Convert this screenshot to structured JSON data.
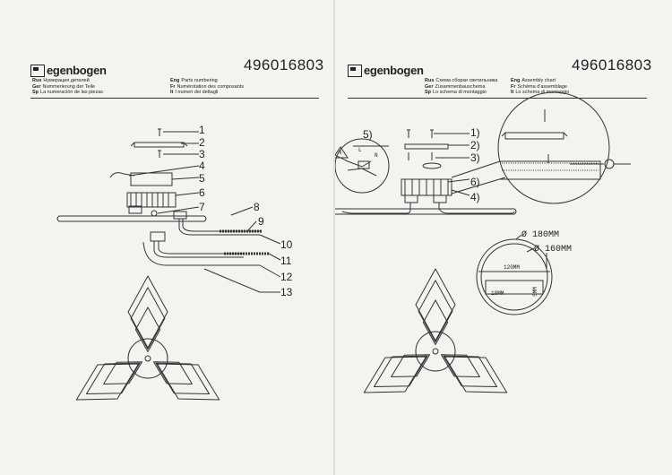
{
  "brand": "egenbogen",
  "part_number": "496016803",
  "left_page": {
    "header_left": [
      {
        "lang": "Rus",
        "text": "Нумерация деталей"
      },
      {
        "lang": "Ger",
        "text": "Nummerierung der Teile"
      },
      {
        "lang": "Sp",
        "text": "La numeración de las piezas"
      }
    ],
    "header_right": [
      {
        "lang": "Eng",
        "text": "Parts numbering"
      },
      {
        "lang": "Fr",
        "text": "Numérotation des composants"
      },
      {
        "lang": "It",
        "text": "I numeri dei dettagli"
      }
    ],
    "part_labels": [
      "1",
      "2",
      "3",
      "4",
      "5",
      "6",
      "7",
      "8",
      "9",
      "10",
      "11",
      "12",
      "13"
    ]
  },
  "right_page": {
    "header_left": [
      {
        "lang": "Rus",
        "text": "Схема сборки светильника"
      },
      {
        "lang": "Ger",
        "text": "Zusammenbauschema"
      },
      {
        "lang": "Sp",
        "text": "Lo schema di montaggio"
      }
    ],
    "header_right": [
      {
        "lang": "Eng",
        "text": "Assembly chart"
      },
      {
        "lang": "Fr",
        "text": "Schéma d'assemblage"
      },
      {
        "lang": "It",
        "text": "Lo schema di montaggio"
      }
    ],
    "step_labels": [
      "1)",
      "2)",
      "3)",
      "4)",
      "5)",
      "6)"
    ],
    "dimensions": {
      "outer_diameter": "Ø 180MM",
      "inner_diameter": "Ø 160MM",
      "width": "120MM",
      "slot": "18MM",
      "height": "5MM"
    },
    "wire_marks": [
      "L",
      "N"
    ]
  }
}
